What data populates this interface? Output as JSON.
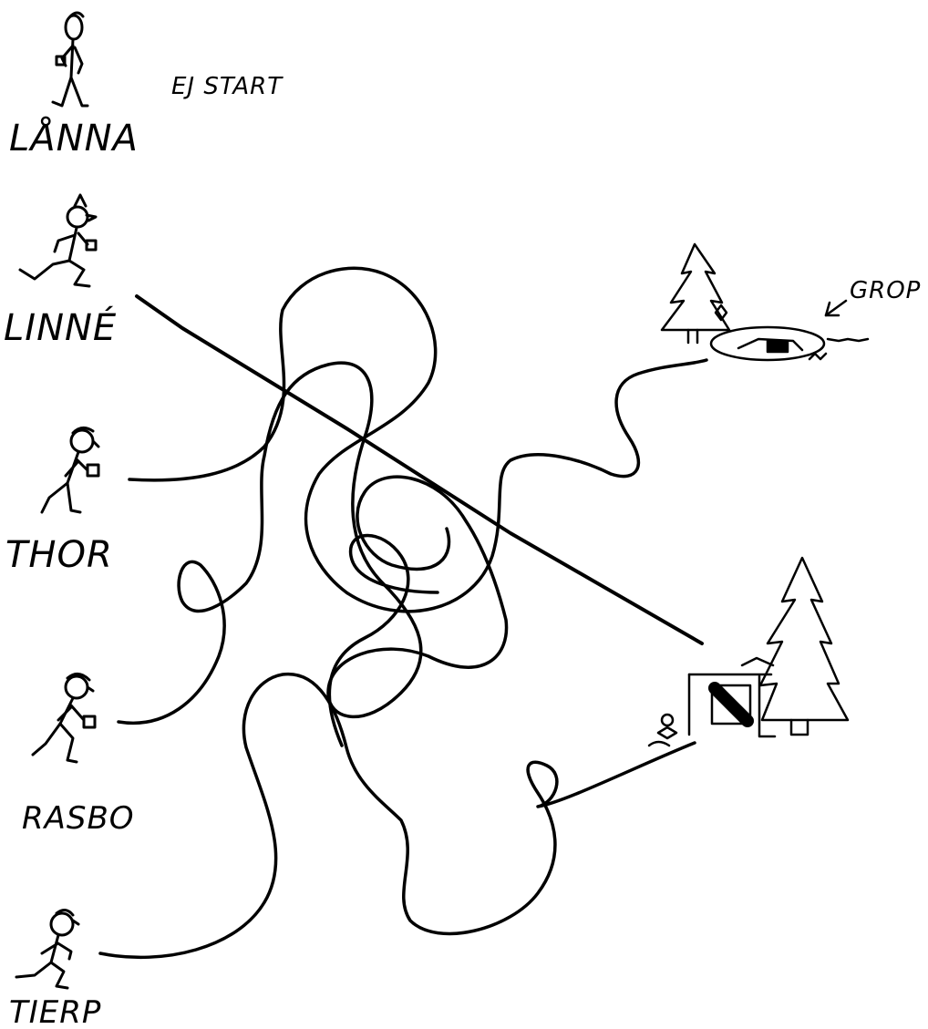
{
  "diagram": {
    "labels": {
      "lanna": "LÅNNA",
      "ej_start": "EJ START",
      "linne": "LINNÉ",
      "thor": "THOR",
      "rasbo": "RASBO",
      "tierp": "TIERP",
      "grop": "GROP"
    },
    "colors": {
      "ink": "#000000",
      "paper": "#ffffff"
    },
    "icons": [
      "stick-figure-runner",
      "spruce-tree",
      "pit",
      "cabin"
    ]
  }
}
